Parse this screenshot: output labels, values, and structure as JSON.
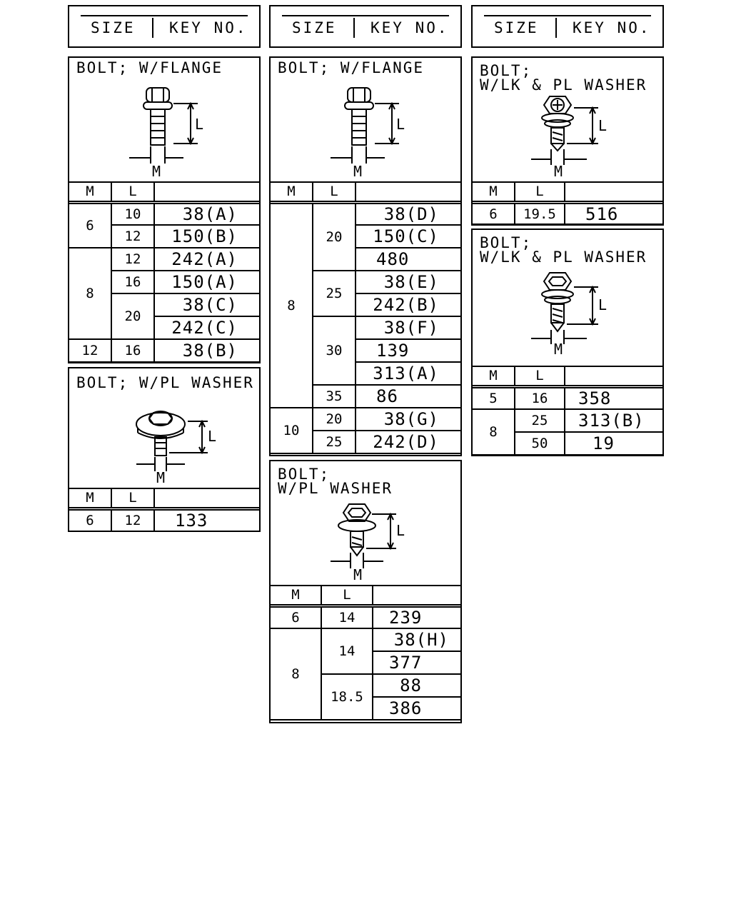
{
  "header": {
    "size": "SIZE",
    "key_no": "KEY NO."
  },
  "labels": {
    "m": "M",
    "l": "L"
  },
  "panels": {
    "p1": {
      "title": "BOLT; W/FLANGE",
      "rows": [
        {
          "m": "6",
          "l": "10",
          "k": "38(A)"
        },
        {
          "l": "12",
          "k": "150(B)"
        },
        {
          "m": "8",
          "l": "12",
          "k": "242(A)"
        },
        {
          "l": "16",
          "k": "150(A)"
        },
        {
          "l": "20",
          "k": "38(C)"
        },
        {
          "k": "242(C)"
        },
        {
          "m": "12",
          "l": "16",
          "k": "38(B)"
        }
      ]
    },
    "p2": {
      "title": "BOLT; W/PL WASHER",
      "rows": [
        {
          "m": "6",
          "l": "12",
          "k": "133"
        }
      ]
    },
    "p3": {
      "title": "BOLT; W/FLANGE",
      "rows": [
        {
          "m": "8",
          "l": "20",
          "k": "38(D)"
        },
        {
          "k": "150(C)"
        },
        {
          "k": "480"
        },
        {
          "l": "25",
          "k": "38(E)"
        },
        {
          "k": "242(B)"
        },
        {
          "l": "30",
          "k": "38(F)"
        },
        {
          "k": "139"
        },
        {
          "k": "313(A)"
        },
        {
          "l": "35",
          "k": "86"
        },
        {
          "m": "10",
          "l": "20",
          "k": "38(G)"
        },
        {
          "l": "25",
          "k": "242(D)"
        }
      ]
    },
    "p4": {
      "title": "BOLT;\nW/PL WASHER",
      "rows": [
        {
          "m": "6",
          "l": "14",
          "k": "239"
        },
        {
          "m": "8",
          "l": "14",
          "k": "38(H)"
        },
        {
          "k": "377"
        },
        {
          "l": "18.5",
          "k": "88"
        },
        {
          "k": "386"
        }
      ]
    },
    "p5": {
      "title": "BOLT;\nW/LK & PL WASHER",
      "rows": [
        {
          "m": "6",
          "l": "19.5",
          "k": "516"
        }
      ]
    },
    "p6": {
      "title": "BOLT;\nW/LK & PL WASHER",
      "rows": [
        {
          "m": "5",
          "l": "16",
          "k": "358"
        },
        {
          "m": "8",
          "l": "25",
          "k": "313(B)"
        },
        {
          "l": "50",
          "k": "19"
        }
      ]
    }
  }
}
